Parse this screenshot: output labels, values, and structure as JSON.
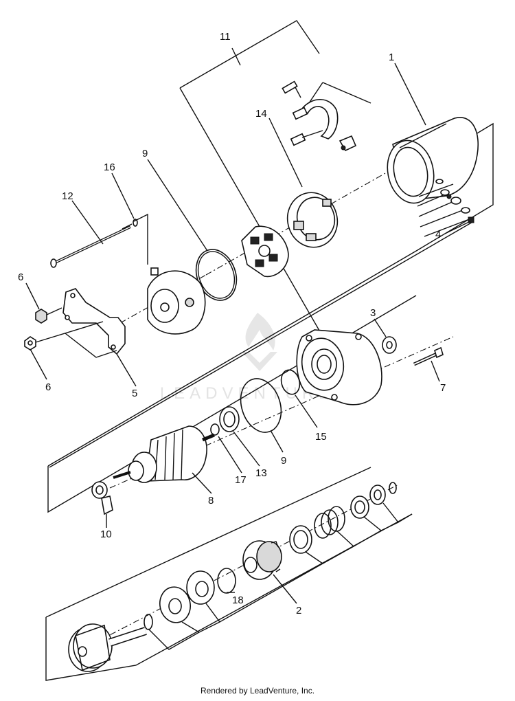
{
  "diagram": {
    "callouts": [
      "1",
      "2",
      "3",
      "4",
      "5",
      "6",
      "6",
      "7",
      "8",
      "9",
      "9",
      "10",
      "11",
      "12",
      "13",
      "14",
      "15",
      "16",
      "17",
      "18"
    ],
    "watermark": "LEADVENTURE"
  },
  "footer": {
    "text": "Rendered by LeadVenture, Inc."
  }
}
